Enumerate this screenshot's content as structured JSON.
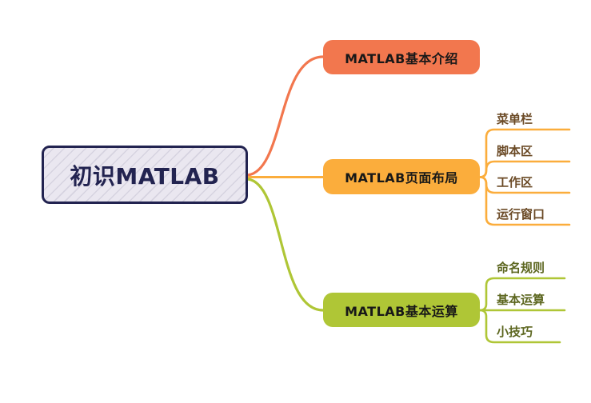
{
  "title": "初识MATLAB mind map",
  "root": {
    "label": "初识MATLAB"
  },
  "branches": [
    {
      "id": "intro",
      "label": "MATLAB基本介绍",
      "color": "#F2774E",
      "children": []
    },
    {
      "id": "layout",
      "label": "MATLAB页面布局",
      "color": "#FBAD3C",
      "children": [
        "菜单栏",
        "脚本区",
        "工作区",
        "运行窗口"
      ]
    },
    {
      "id": "ops",
      "label": "MATLAB基本运算",
      "color": "#AFC636",
      "children": [
        "命名规则",
        "基本运算",
        "小技巧"
      ]
    }
  ],
  "colors": {
    "canvas_bg": "#FFFFFF",
    "root_bg": "#EAE7F0",
    "root_border": "#222350",
    "root_text": "#222350",
    "branch_text": "#181818",
    "coral": "#F2774E",
    "amber": "#FBAD3C",
    "green": "#AFC636",
    "leaf_text_orange_branch": "#6B4A26",
    "leaf_text_green_branch": "#5C661F"
  }
}
